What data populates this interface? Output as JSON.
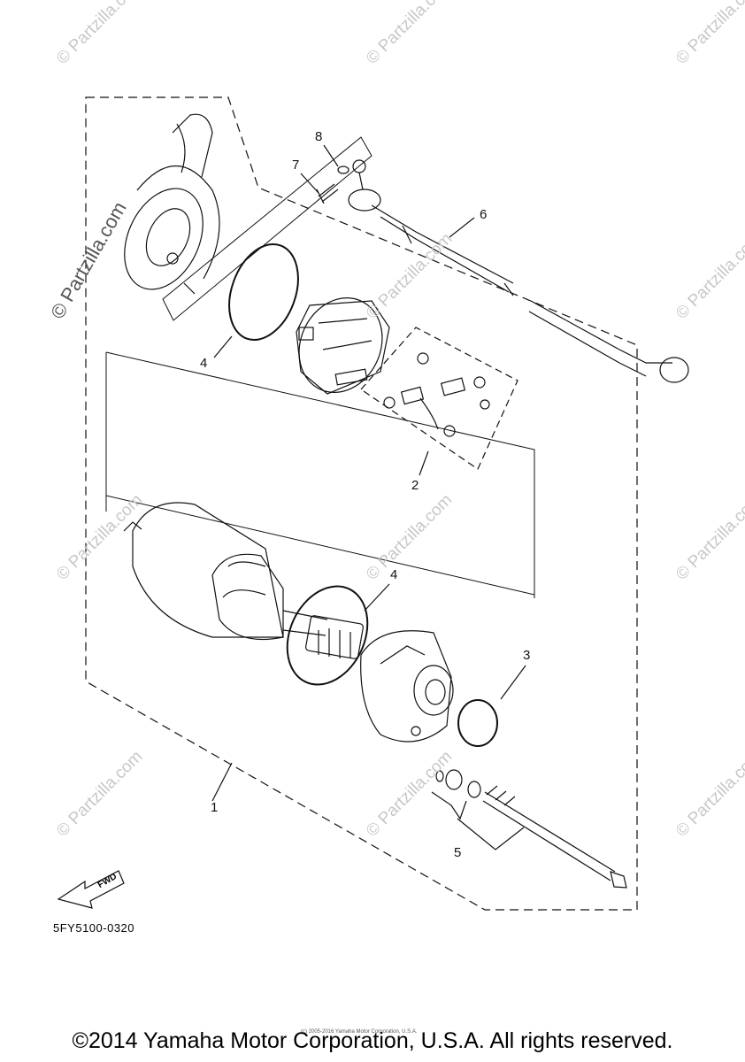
{
  "watermark": {
    "text": "© Partzilla.com",
    "bold_text": "© Partzilla.com"
  },
  "callouts": {
    "c1": "1",
    "c2": "2",
    "c3": "3",
    "c4a": "4",
    "c4b": "4",
    "c5": "5",
    "c6": "6",
    "c7": "7",
    "c8": "8"
  },
  "fwd": "FWD",
  "diagram_code": "5FY5100-0320",
  "tiny_credit": "(c) 2005-2016 Yamaha Motor Corporation, U.S.A.",
  "copyright": "©2014 Yamaha Motor Corporation, U.S.A. All rights reserved.",
  "colors": {
    "line": "#111111",
    "watermark": "#c8c8c8"
  }
}
